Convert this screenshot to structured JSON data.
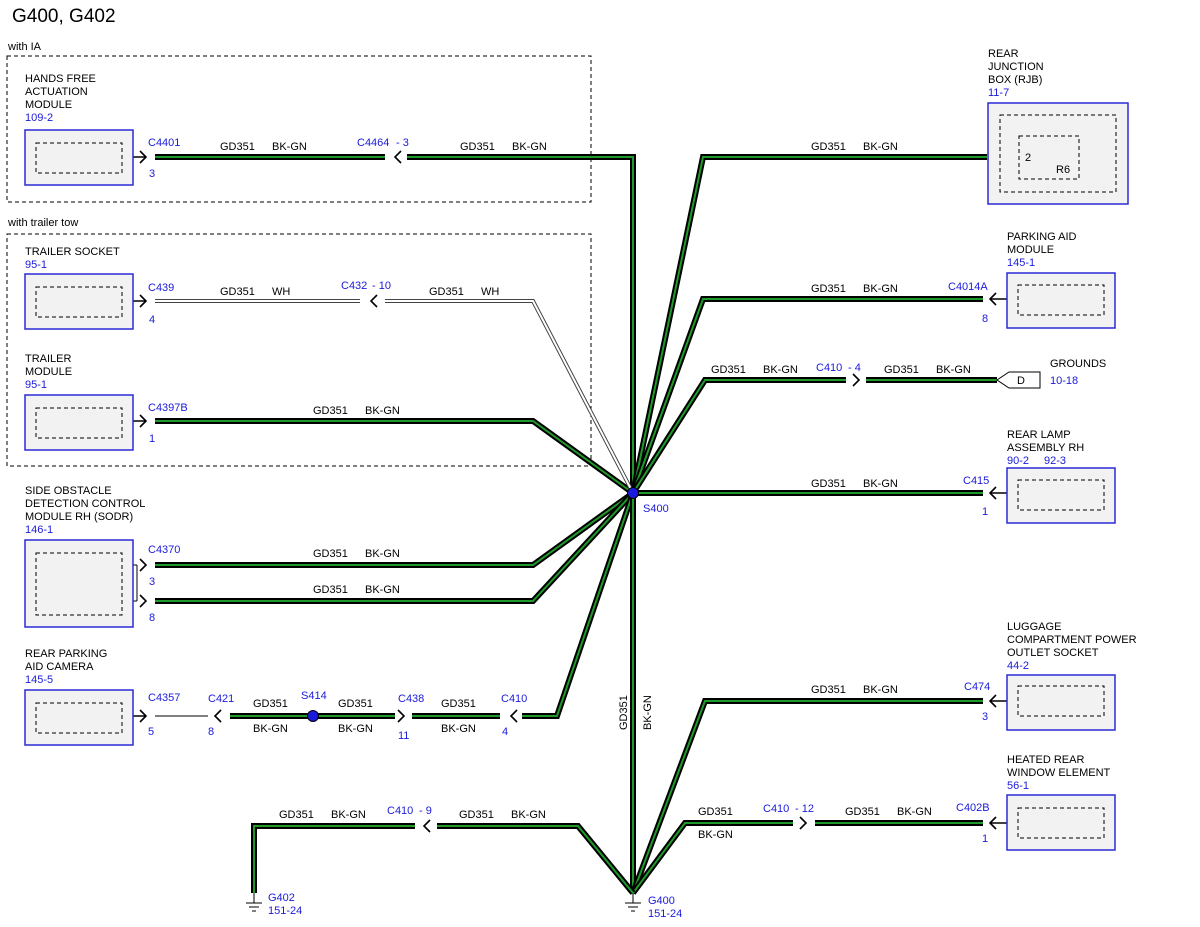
{
  "title": "G400, G402",
  "groups": {
    "ia": "with IA",
    "trailer": "with trailer tow"
  },
  "modules": {
    "hfam": {
      "l1": "HANDS FREE",
      "l2": "ACTUATION",
      "l3": "MODULE",
      "ref": "109-2"
    },
    "trailer_socket": {
      "l1": "TRAILER SOCKET",
      "ref": "95-1"
    },
    "trailer_module": {
      "l1": "TRAILER",
      "l2": "MODULE",
      "ref": "95-1"
    },
    "sodr": {
      "l1": "SIDE OBSTACLE",
      "l2": "DETECTION CONTROL",
      "l3": "MODULE RH (SODR)",
      "ref": "146-1"
    },
    "camera": {
      "l1": "REAR PARKING",
      "l2": "AID CAMERA",
      "ref": "145-5"
    },
    "rjb": {
      "l1": "REAR",
      "l2": "JUNCTION",
      "l3": "BOX (RJB)",
      "ref": "11-7",
      "pin": "2",
      "fuse": "R6"
    },
    "pam": {
      "l1": "PARKING AID",
      "l2": "MODULE",
      "ref": "145-1"
    },
    "grounds": {
      "label": "GROUNDS",
      "ref": "10-18",
      "tag": "D"
    },
    "lamp": {
      "l1": "REAR LAMP",
      "l2": "ASSEMBLY RH",
      "ref1": "90-2",
      "ref2": "92-3"
    },
    "luggage": {
      "l1": "LUGGAGE",
      "l2": "COMPARTMENT POWER",
      "l3": "OUTLET SOCKET",
      "ref": "44-2"
    },
    "heated": {
      "l1": "HEATED REAR",
      "l2": "WINDOW ELEMENT",
      "ref": "56-1"
    }
  },
  "connectors": {
    "c4401": "C4401",
    "c4401_pin": "3",
    "c4464": "C4464",
    "c4464_pin": "- 3",
    "c439": "C439",
    "c439_pin": "4",
    "c432": "C432",
    "c432_pin": "- 10",
    "c4397b": "C4397B",
    "c4397b_pin": "1",
    "c4370": "C4370",
    "c4370_pin_a": "3",
    "c4370_pin_b": "8",
    "c4357": "C4357",
    "c4357_pin": "5",
    "c421": "C421",
    "c421_pin": "8",
    "c438": "C438",
    "c438_pin": "11",
    "c410_cam": "C410",
    "c410_cam_pin": "4",
    "c4014a": "C4014A",
    "c4014a_pin": "8",
    "c410_gnd": "C410",
    "c410_gnd_pin": "- 4",
    "c415": "C415",
    "c415_pin": "1",
    "c474": "C474",
    "c474_pin": "3",
    "c410_heat": "C410",
    "c410_heat_pin": "- 12",
    "c402b": "C402B",
    "c402b_pin": "1",
    "c410_g402": "C410",
    "c410_g402_pin": "- 9"
  },
  "splices": {
    "s400": "S400",
    "s414": "S414"
  },
  "grounds_pts": {
    "g400": "G400",
    "g400_ref": "151-24",
    "g402": "G402",
    "g402_ref": "151-24"
  },
  "wire": {
    "circuit": "GD351",
    "bkgn": "BK-GN",
    "wh": "WH"
  },
  "colors": {
    "link_blue": "#1a1adc",
    "wire_green": "#1f9a2a",
    "module_border": "#2a2ad6"
  }
}
